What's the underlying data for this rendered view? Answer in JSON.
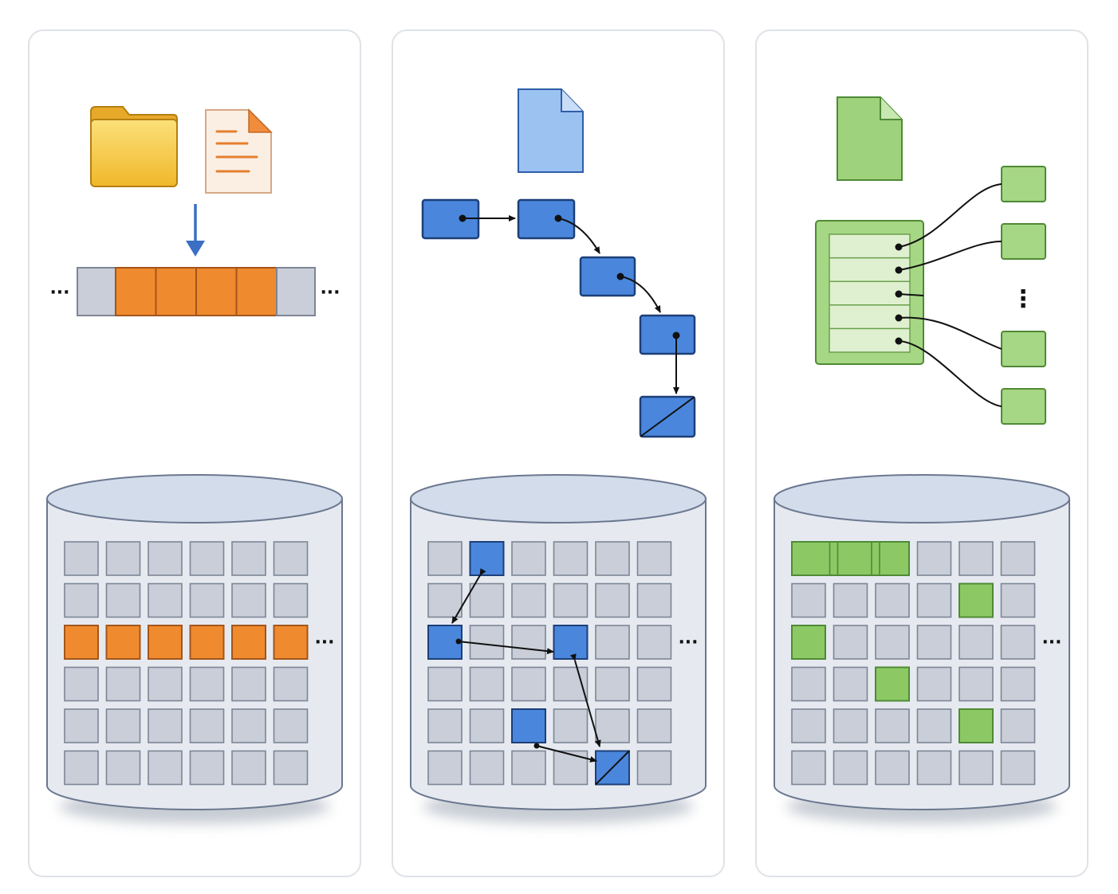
{
  "colors": {
    "panel_border": "#dfe2e7",
    "free_block_fill": "#c9ced8",
    "free_block_stroke": "#7d8596",
    "disk_body": "#e6eaf0",
    "disk_top": "#d3dcea",
    "disk_stroke": "#6b7890",
    "contiguous": "#ef8a2e",
    "contiguous_stroke": "#a4551a",
    "linked": "#4a87dc",
    "linked_stroke": "#1d3f78",
    "indexed": "#8cc965",
    "indexed_stroke": "#4f8a35",
    "folder": "#f5c43c",
    "arrow_blue": "#3a6fc4"
  },
  "panels": [
    {
      "scheme": "contiguous",
      "icons": [
        "folder-icon",
        "text-document-icon",
        "down-arrow-icon"
      ],
      "strip": {
        "leading_free": 1,
        "allocated": 4,
        "trailing_free": 1,
        "ellipsis": "···"
      },
      "disk": {
        "rows": 6,
        "cols": 6,
        "ellipsis": "···",
        "allocated_cells": [
          [
            2,
            0
          ],
          [
            2,
            1
          ],
          [
            2,
            2
          ],
          [
            2,
            3
          ],
          [
            2,
            4
          ],
          [
            2,
            5
          ]
        ]
      }
    },
    {
      "scheme": "linked",
      "icons": [
        "blue-document-icon"
      ],
      "chain": {
        "nodes": 5,
        "last_node_null": true
      },
      "disk": {
        "rows": 6,
        "cols": 6,
        "ellipsis": "···",
        "allocated_cells": [
          [
            0,
            1
          ],
          [
            2,
            0
          ],
          [
            2,
            3
          ],
          [
            4,
            2
          ],
          [
            5,
            4
          ]
        ],
        "null_cell": [
          5,
          4
        ],
        "links": [
          [
            [
              0,
              1
            ],
            [
              2,
              0
            ]
          ],
          [
            [
              2,
              0
            ],
            [
              2,
              3
            ]
          ],
          [
            [
              2,
              3
            ],
            [
              5,
              4
            ]
          ],
          [
            [
              4,
              2
            ],
            [
              5,
              4
            ]
          ]
        ]
      }
    },
    {
      "scheme": "indexed",
      "icons": [
        "green-document-icon",
        "index-block-icon"
      ],
      "index": {
        "entries": 5,
        "data_blocks": 4,
        "ellipsis": "⋮"
      },
      "disk": {
        "rows": 6,
        "cols": 6,
        "ellipsis": "···",
        "merged_top_row_span": 3,
        "allocated_cells": [
          [
            0,
            0
          ],
          [
            0,
            1
          ],
          [
            0,
            2
          ],
          [
            1,
            4
          ],
          [
            2,
            0
          ],
          [
            3,
            2
          ],
          [
            4,
            4
          ]
        ]
      }
    }
  ]
}
